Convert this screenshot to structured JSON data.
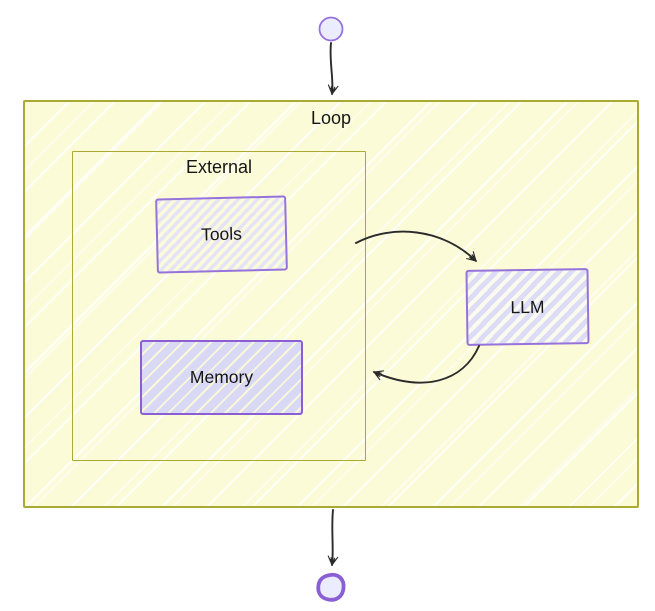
{
  "diagram": {
    "type": "flowchart",
    "direction": "top-down",
    "style": "hand-drawn-sketch",
    "subgraphs": {
      "loop": {
        "label": "Loop"
      },
      "external": {
        "label": "External",
        "parent": "Loop"
      }
    },
    "nodes": {
      "start": {
        "shape": "circle",
        "label": ""
      },
      "tools": {
        "label": "Tools",
        "parent": "External"
      },
      "memory": {
        "label": "Memory",
        "parent": "External"
      },
      "llm": {
        "label": "LLM",
        "parent": "Loop"
      },
      "end": {
        "shape": "circle-thick",
        "label": ""
      }
    },
    "edges": [
      {
        "from": "start",
        "to": "Loop"
      },
      {
        "from": "External",
        "to": "LLM"
      },
      {
        "from": "LLM",
        "to": "External"
      },
      {
        "from": "Loop",
        "to": "end"
      }
    ],
    "colors": {
      "subgraph_fill": "#fcfbd7",
      "subgraph_stroke": "#a9a933",
      "node_fill": "#ececff",
      "node_stroke": "#9673db",
      "memory_stroke": "#8b5fd4",
      "edge_stroke": "#2b2b2b",
      "text": "#161616",
      "background": "#ffffff"
    }
  }
}
